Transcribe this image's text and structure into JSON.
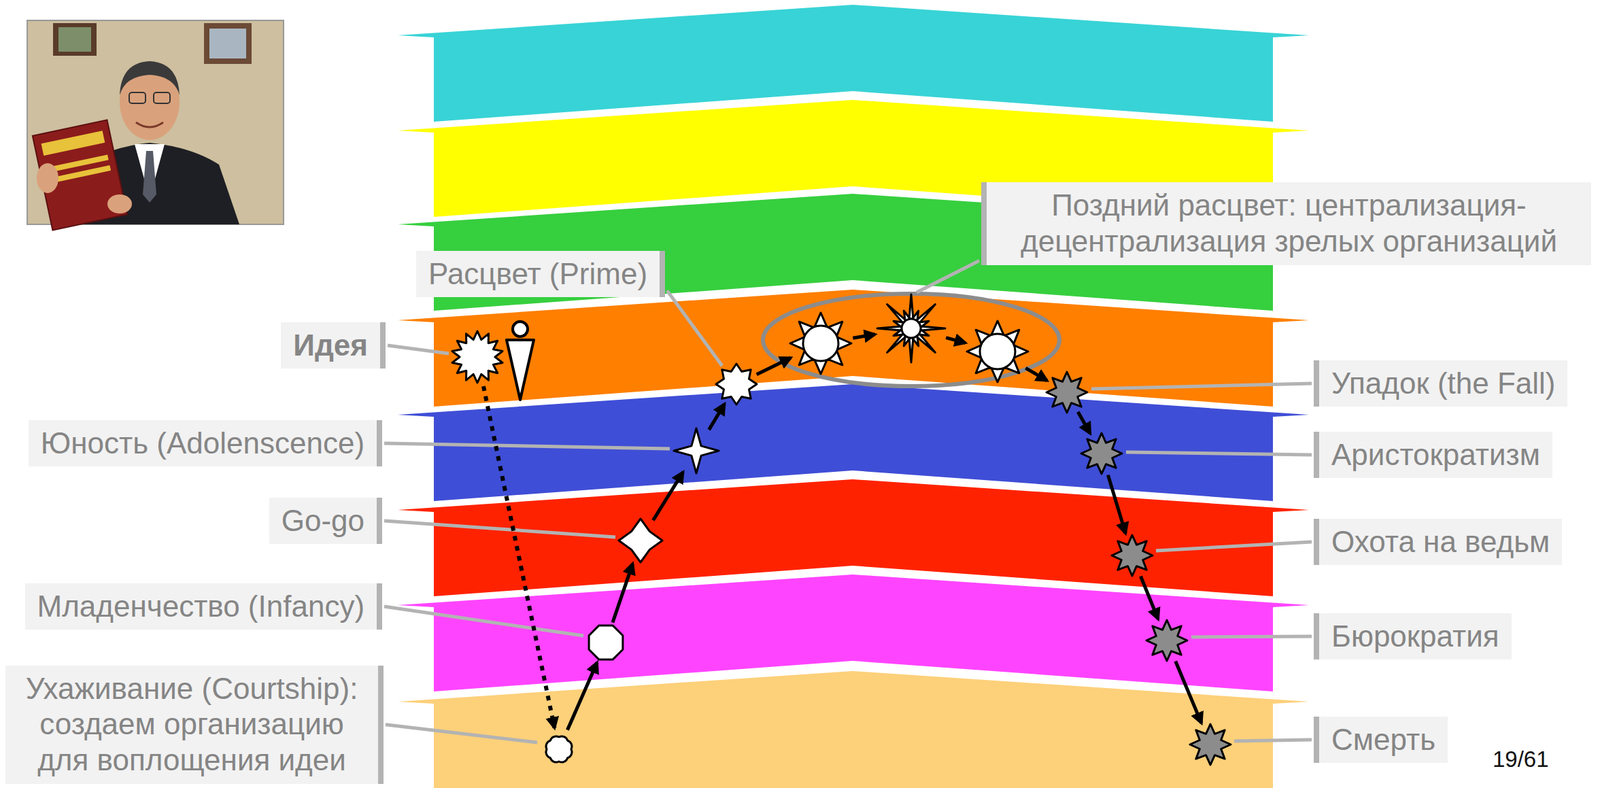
{
  "diagram": {
    "nodes": [
      {
        "text": [
          "Идея"
        ]
      },
      {
        "text": [
          "Ухаживание (Courtship): создаем организацию для воплощения идеи"
        ]
      },
      {
        "text": [
          "Младенчество (Infancy)"
        ]
      },
      {
        "text": [
          "Go-go"
        ]
      },
      {
        "text": [
          "Юность (Adolenscence)"
        ]
      },
      {
        "text": [
          "Расцвет (Prime)"
        ]
      },
      {
        "text": [
          "Поздний расцвет: централизация-децентрализация зрелых организаций"
        ]
      },
      {
        "text": [
          "Упадок (the Fall)"
        ]
      },
      {
        "text": [
          "Аристократизм"
        ]
      },
      {
        "text": [
          "Охота на ведьм"
        ]
      },
      {
        "text": [
          "Бюрократия"
        ]
      },
      {
        "text": [
          "Смерть"
        ]
      }
    ],
    "labels": [
      "19/61"
    ]
  }
}
